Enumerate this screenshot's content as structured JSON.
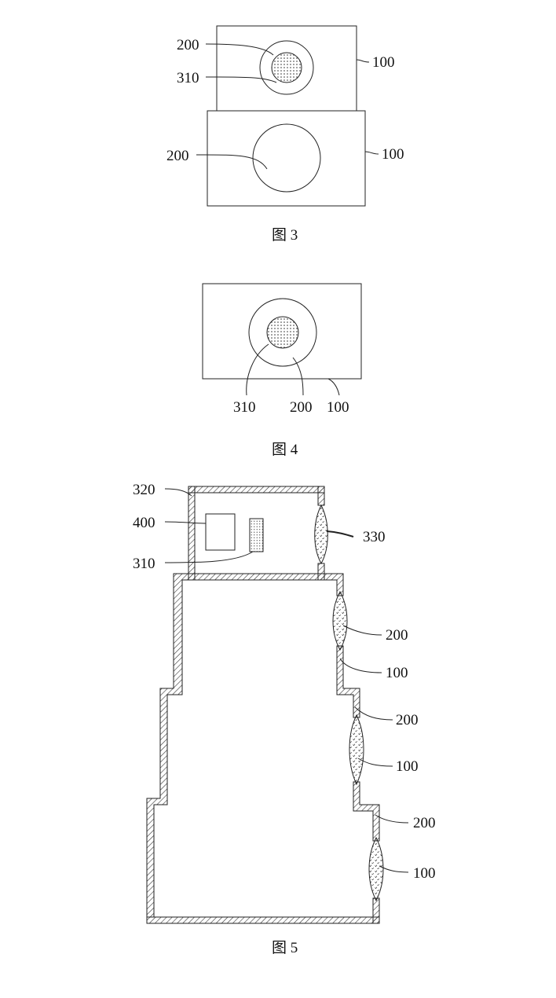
{
  "figures": [
    {
      "caption": "图 3",
      "labels": [
        "200",
        "310",
        "100",
        "200",
        "100"
      ]
    },
    {
      "caption": "图 4",
      "labels": [
        "310",
        "200",
        "100"
      ]
    },
    {
      "caption": "图 5",
      "labels": [
        "320",
        "400",
        "310",
        "330",
        "200",
        "100",
        "200",
        "100",
        "200",
        "100"
      ]
    }
  ],
  "colors": {
    "line": "#222222",
    "background": "#ffffff"
  }
}
